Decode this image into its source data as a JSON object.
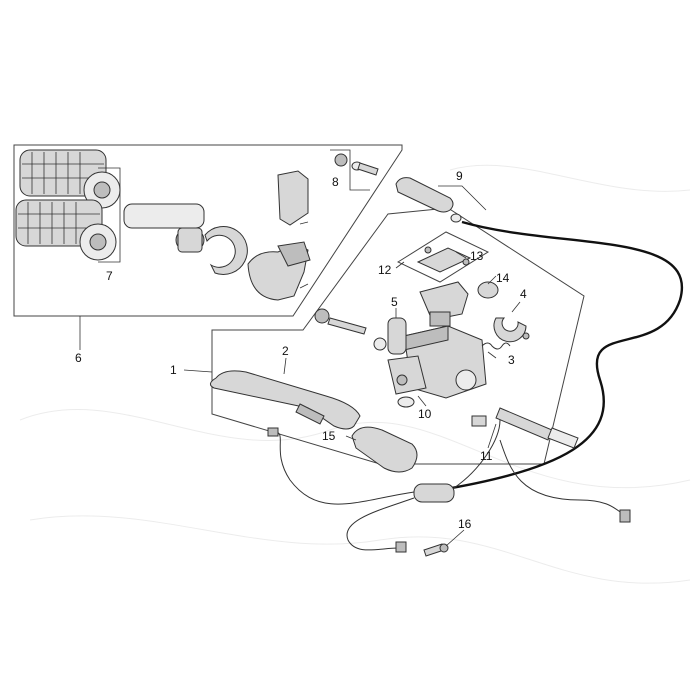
{
  "callouts": {
    "c1": "1",
    "c2": "2",
    "c3": "3",
    "c4": "4",
    "c5": "5",
    "c6": "6",
    "c7": "7",
    "c8": "8",
    "c9": "9",
    "c10": "10",
    "c11": "11",
    "c12": "12",
    "c13": "13",
    "c14": "14",
    "c15": "15",
    "c16": "16"
  },
  "colors": {
    "line": "#333333",
    "part_fill": "#d7d7d7",
    "part_dark": "#bdbdbd",
    "background": "#ffffff"
  }
}
